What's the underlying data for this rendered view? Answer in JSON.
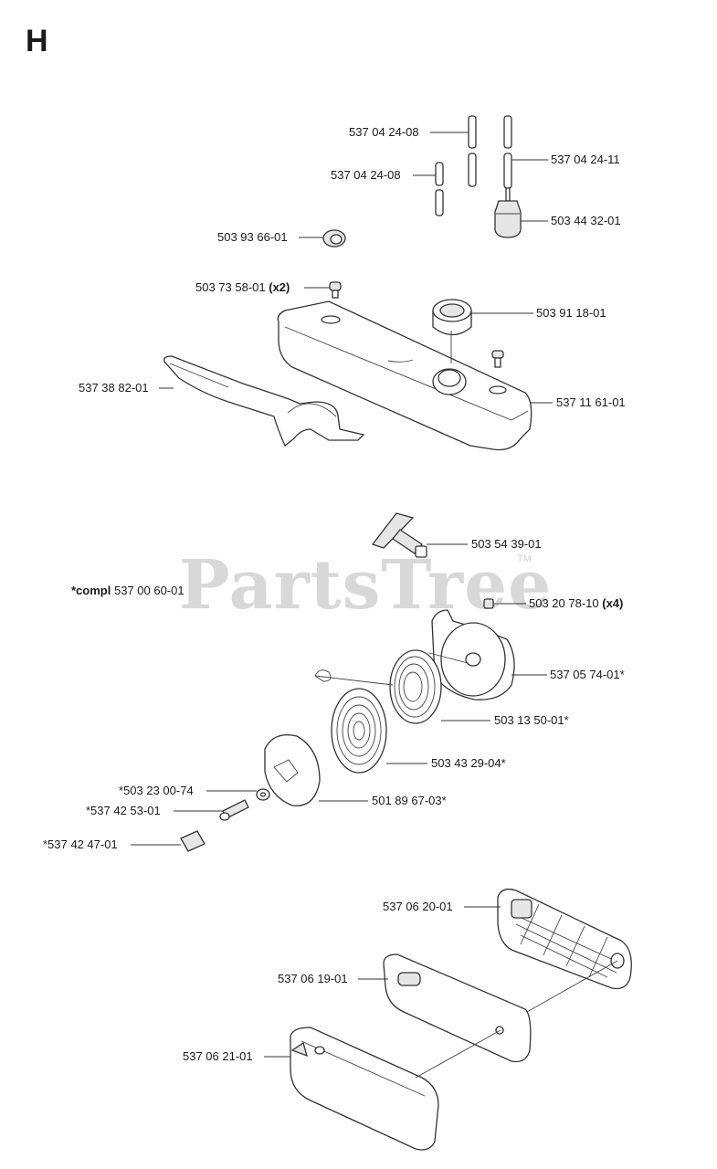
{
  "section": "H",
  "watermark": "PartsTree",
  "watermark_tm": "TM",
  "labels": {
    "l1": "537 04 24-08",
    "l2": "537 04 24-08",
    "l3": "537 04 24-11",
    "l4": "503 44 32-01",
    "l5": "503 93 66-01",
    "l6": "503 73 58-01",
    "l6_qty": "(x2)",
    "l7": "503 91 18-01",
    "l8": "537 38 82-01",
    "l9": "537 11 61-01",
    "l10": "503 54 39-01",
    "l11_prefix": "*compl",
    "l11": "537 00 60-01",
    "l12": "503 20 78-10",
    "l12_qty": "(x4)",
    "l13": "537 05 74-01*",
    "l14": "503 13 50-01*",
    "l15": "503 43 29-04*",
    "l16": "*503 23 00-74",
    "l17": "501 89 67-03*",
    "l18": "*537 42 53-01",
    "l19": "*537 42 47-01",
    "l20": "537 06 20-01",
    "l21": "537 06 19-01",
    "l22": "537 06 21-01"
  }
}
